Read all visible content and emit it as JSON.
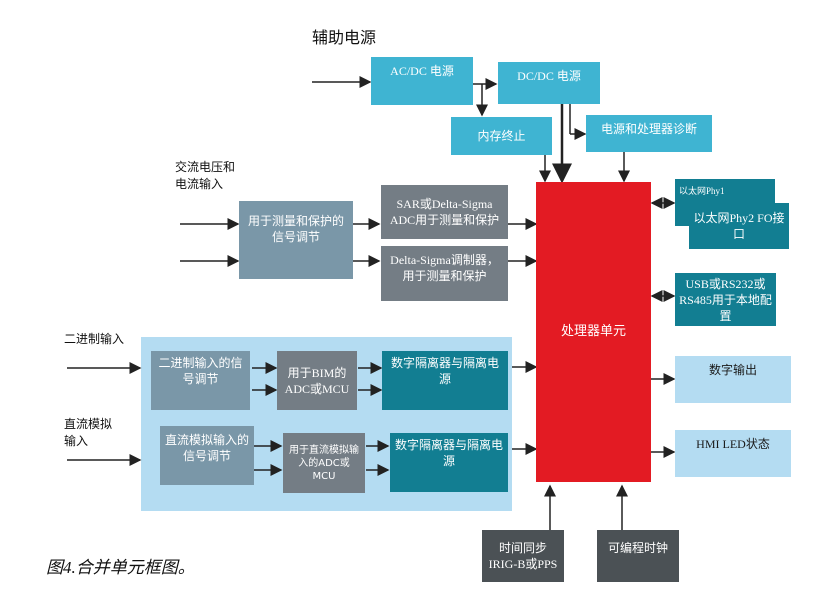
{
  "title": "辅助电源",
  "caption": "图4.合并单元框图。",
  "colors": {
    "power": "#3fb4d2",
    "conditioning": "#7a97a8",
    "adc": "#747d85",
    "isolator": "#127e92",
    "processor": "#e31b23",
    "comm": "#127e92",
    "output": "#b4dcf2",
    "timing": "#4b5155",
    "panel": "#b4dcf2"
  },
  "power": {
    "acdc": "AC/DC 电源",
    "dcdc": "DC/DC 电源",
    "memory_termination": "内存终止",
    "diagnostics": "电源和处理器诊断"
  },
  "ac_inputs": {
    "label_line1": "交流电压和",
    "label_line2": "电流输入",
    "conditioning": "用于测量和保护的信号调节",
    "sar_adc": "SAR或Delta-Sigma ADC用于测量和保护",
    "ds_modulator": "Delta-Sigma调制器，用于测量和保护"
  },
  "binary_inputs": {
    "label": "二进制输入",
    "conditioning": "二进制输入的信号调节",
    "adc": "用于BIM的ADC或MCU",
    "isolator": "数字隔离器与隔离电源"
  },
  "dc_analog_inputs": {
    "label_line1": "直流模拟",
    "label_line2": "输入",
    "conditioning": "直流模拟输入的信号调节",
    "adc": "用于直流模拟输入的ADC或MCU",
    "isolator": "数字隔离器与隔离电源"
  },
  "processor": "处理器单元",
  "comms": {
    "eth_phy1": "以太网Phy1",
    "eth_phy2": "以太网Phy2 FO接口",
    "usb_serial": "USB或RS232或RS485用于本地配置"
  },
  "outputs": {
    "digital": "数字输出",
    "hmi": "HMI LED状态"
  },
  "timing": {
    "sync_line1": "时间同步",
    "sync_line2": "IRIG-B或PPS",
    "clock": "可编程时钟"
  }
}
